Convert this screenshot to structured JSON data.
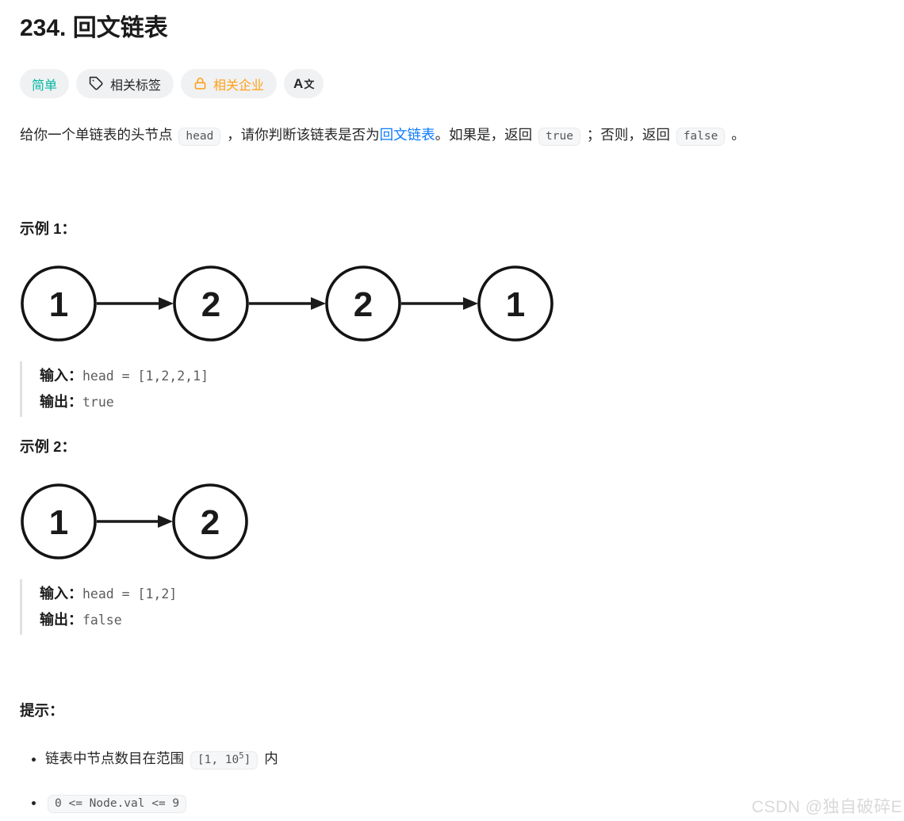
{
  "page": {
    "title": "234. 回文链表"
  },
  "badges": {
    "difficulty": {
      "label": "简单",
      "color": "#00b8a3"
    },
    "tags": {
      "label": "相关标签"
    },
    "companies": {
      "label": "相关企业",
      "color": "#ffa116"
    },
    "translate": {
      "label_latin": "A",
      "label_cjk": "文"
    }
  },
  "description": {
    "segments": [
      {
        "type": "text",
        "text": "给你一个单链表的头节点 "
      },
      {
        "type": "code",
        "text": "head"
      },
      {
        "type": "text",
        "text": " ，请你判断该链表是否为"
      },
      {
        "type": "link",
        "text": "回文链表",
        "color": "#0a7aff"
      },
      {
        "type": "text",
        "text": "。如果是，返回 "
      },
      {
        "type": "code",
        "text": "true"
      },
      {
        "type": "text",
        "text": " ；否则，返回 "
      },
      {
        "type": "code",
        "text": "false"
      },
      {
        "type": "text",
        "text": " 。"
      }
    ]
  },
  "example1": {
    "heading": "示例 1：",
    "diagram_values": [
      "1",
      "2",
      "2",
      "1"
    ],
    "input_label": "输入：",
    "input_value": "head = [1,2,2,1]",
    "output_label": "输出：",
    "output_value": "true"
  },
  "example2": {
    "heading": "示例 2：",
    "diagram_values": [
      "1",
      "2"
    ],
    "input_label": "输入：",
    "input_value": "head = [1,2]",
    "output_label": "输出：",
    "output_value": "false"
  },
  "hints": {
    "heading": "提示：",
    "item1": {
      "prefix": "链表中节点数目在范围 ",
      "code_prefix": "[1, 10",
      "code_sup": "5",
      "code_suffix": "]",
      "suffix": " 内"
    },
    "item2": {
      "code": "0 <= Node.val <= 9"
    }
  },
  "watermark": "CSDN @独自破碎E"
}
